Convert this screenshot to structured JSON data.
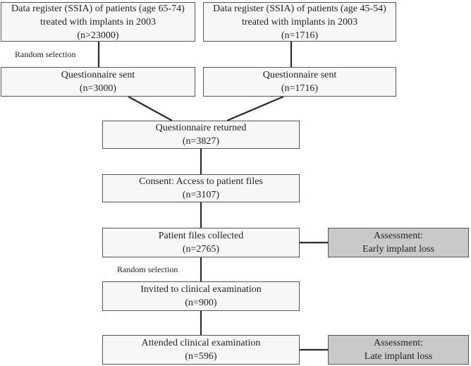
{
  "boxes": {
    "register_old": {
      "line1": "Data register (SSIA) of patients (age 65-74)",
      "line2": "treated with implants in 2003",
      "line3": "(n>23000)"
    },
    "register_young": {
      "line1": "Data register (SSIA) of patients (age 45-54)",
      "line2": "treated with implants in 2003",
      "line3": "(n=1716)"
    },
    "q_sent_old": {
      "line1": "Questionnaire sent",
      "line2": "(n=3000)"
    },
    "q_sent_young": {
      "line1": "Questionnaire sent",
      "line2": "(n=1716)"
    },
    "q_returned": {
      "line1": "Questionnaire returned",
      "line2": "(n=3827)"
    },
    "consent": {
      "line1": "Consent: Access to patient files",
      "line2": "(n=3107)"
    },
    "files_collected": {
      "line1": "Patient files collected",
      "line2": "(n=2765)"
    },
    "invited": {
      "line1": "Invited to clinical examination",
      "line2": "(n=900)"
    },
    "attended": {
      "line1": "Attended clinical examination",
      "line2": "(n=596)"
    },
    "assess_early": {
      "line1": "Assessment:",
      "line2": "Early implant loss"
    },
    "assess_late": {
      "line1": "Assessment:",
      "line2": "Late implant loss"
    }
  },
  "notes": {
    "random_selection_top": "Random selection",
    "random_selection_bottom": "Random selection"
  },
  "colors": {
    "box_fill": "#f7f7f7",
    "assessment_fill": "#c9c9c9",
    "border": "#555555",
    "connector": "#2b2b2b"
  }
}
